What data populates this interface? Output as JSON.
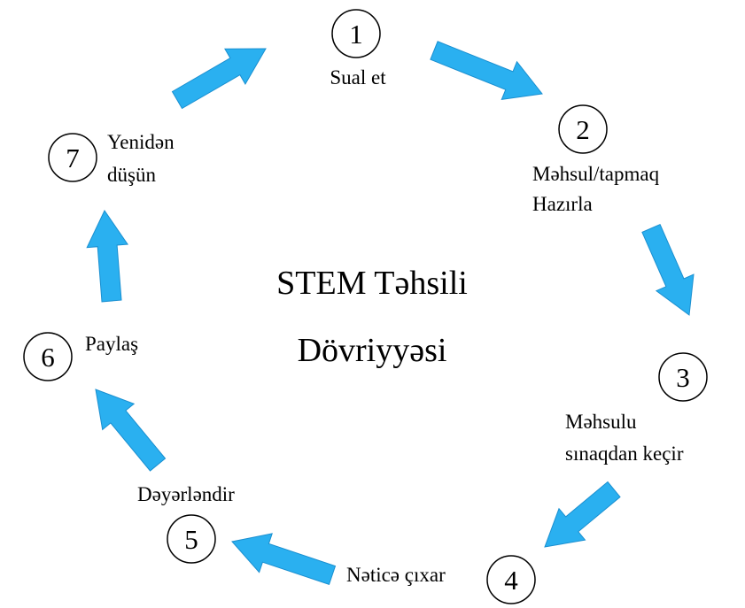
{
  "diagram": {
    "title_line1": "STEM Təhsili",
    "title_line2": "Dövriyyəsi",
    "arrow_color": "#2ab0f0",
    "steps": [
      {
        "number": "1",
        "label_lines": [
          "Sual et"
        ]
      },
      {
        "number": "2",
        "label_lines": [
          "Məhsul/tapmaq",
          "Hazırla"
        ]
      },
      {
        "number": "3",
        "label_lines": [
          "Məhsulu",
          "sınaqdan keçir"
        ]
      },
      {
        "number": "4",
        "label_lines": [
          "Nəticə çıxar"
        ]
      },
      {
        "number": "5",
        "label_lines": [
          "Dəyərləndir"
        ]
      },
      {
        "number": "6",
        "label_lines": [
          "Paylaş"
        ]
      },
      {
        "number": "7",
        "label_lines": [
          "Yenidən",
          "düşün"
        ]
      }
    ]
  }
}
